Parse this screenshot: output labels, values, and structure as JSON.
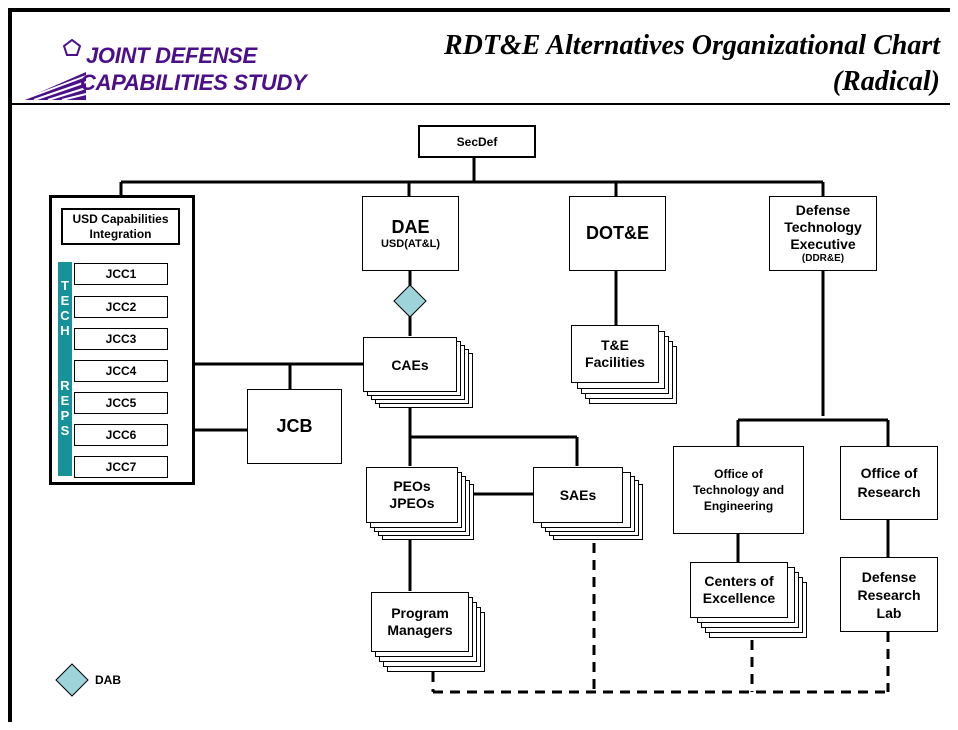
{
  "header": {
    "logo_line1": "JOINT DEFENSE",
    "logo_line2": "CAPABILITIES STUDY",
    "title_line1": "RDT&E Alternatives Organizational Chart",
    "title_line2": "(Radical)"
  },
  "nodes": {
    "secdef": "SecDef",
    "usd_cap_line1": "USD Capabilities",
    "usd_cap_line2": "Integration",
    "dae": "DAE",
    "dae_sub": "USD(AT&L)",
    "dote": "DOT&E",
    "dte_line1": "Defense",
    "dte_line2": "Technology",
    "dte_line3": "Executive",
    "dte_sub": "(DDR&E)",
    "caes": "CAEs",
    "te_line1": "T&E",
    "te_line2": "Facilities",
    "jcb": "JCB",
    "peos_line1": "PEOs",
    "peos_line2": "JPEOs",
    "saes": "SAEs",
    "pm_line1": "Program",
    "pm_line2": "Managers",
    "ote_line1": "Office of",
    "ote_line2": "Technology and",
    "ote_line3": "Engineering",
    "or_line1": "Office of",
    "or_line2": "Research",
    "coe_line1": "Centers of",
    "coe_line2": "Excellence",
    "drl_line1": "Defense",
    "drl_line2": "Research",
    "drl_line3": "Lab"
  },
  "jccs": [
    "JCC1",
    "JCC2",
    "JCC3",
    "JCC4",
    "JCC5",
    "JCC6",
    "JCC7"
  ],
  "tech_reps_letters": [
    "T",
    "E",
    "C",
    "H",
    "",
    "R",
    "E",
    "P",
    "S"
  ],
  "legend": {
    "dab": "DAB"
  },
  "colors": {
    "logo": "#4b0f8a",
    "teal": "#17919a",
    "diamond": "#9fd3da"
  }
}
